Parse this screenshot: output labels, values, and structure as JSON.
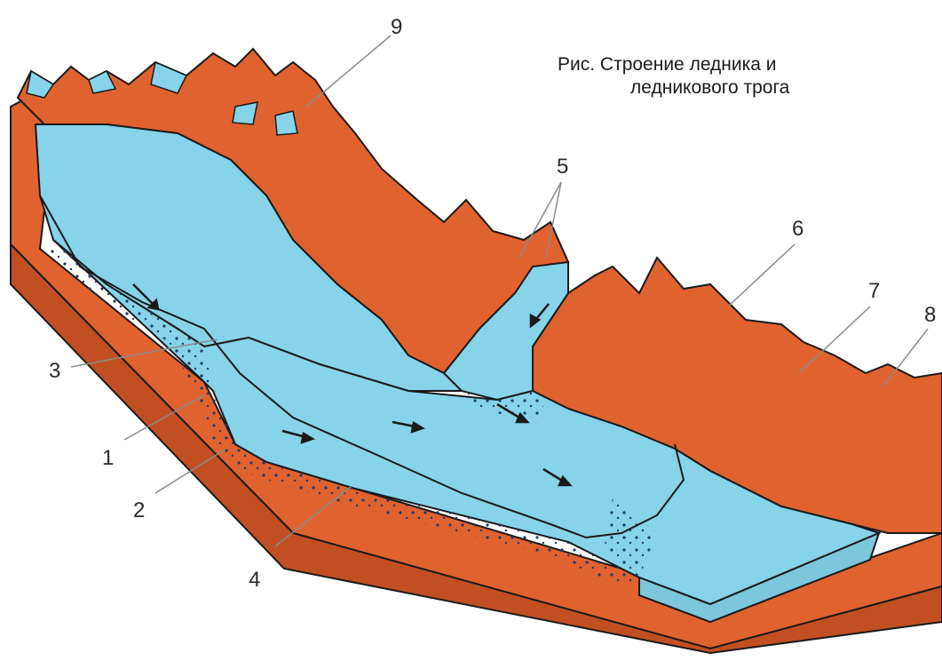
{
  "caption": {
    "line1": "Рис. Строение ледника и",
    "line2": "ледникового трога"
  },
  "labels": {
    "n1": "1",
    "n2": "2",
    "n3": "3",
    "n4": "4",
    "n5": "5",
    "n6": "6",
    "n7": "7",
    "n8": "8",
    "n9": "9"
  },
  "colors": {
    "rock": "#e0622f",
    "rock_dark": "#c24f22",
    "ice": "#86d3ea",
    "outline": "#1a1a1a"
  }
}
